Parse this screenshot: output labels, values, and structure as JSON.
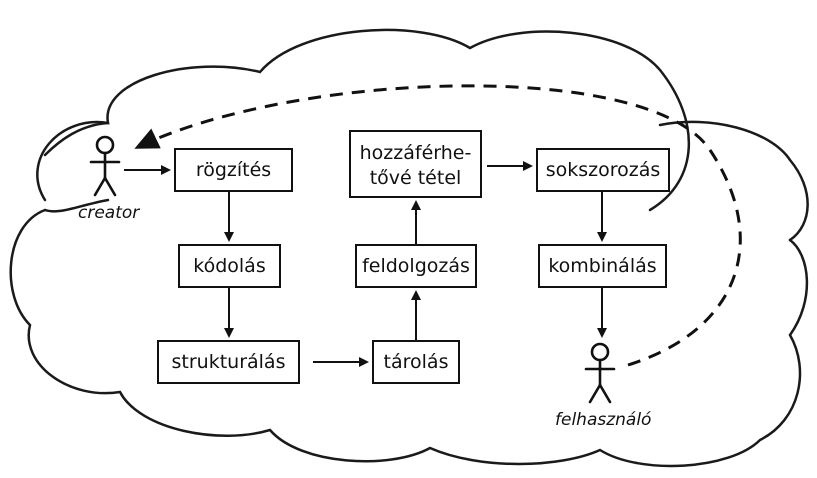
{
  "diagram": {
    "actors": {
      "creator": "creator",
      "user": "felhasználó"
    },
    "steps": {
      "rogzites": "rögzítés",
      "kodolas": "kódolás",
      "strukturalas": "strukturálás",
      "tarolas": "tárolás",
      "feldolgozas": "feldolgozás",
      "hozzaferhetove_line1": "hozzáférhe-",
      "hozzaferhetove_line2": "tővé tétel",
      "sokszorozas": "sokszorozás",
      "kombinalas": "kombinálás"
    }
  }
}
